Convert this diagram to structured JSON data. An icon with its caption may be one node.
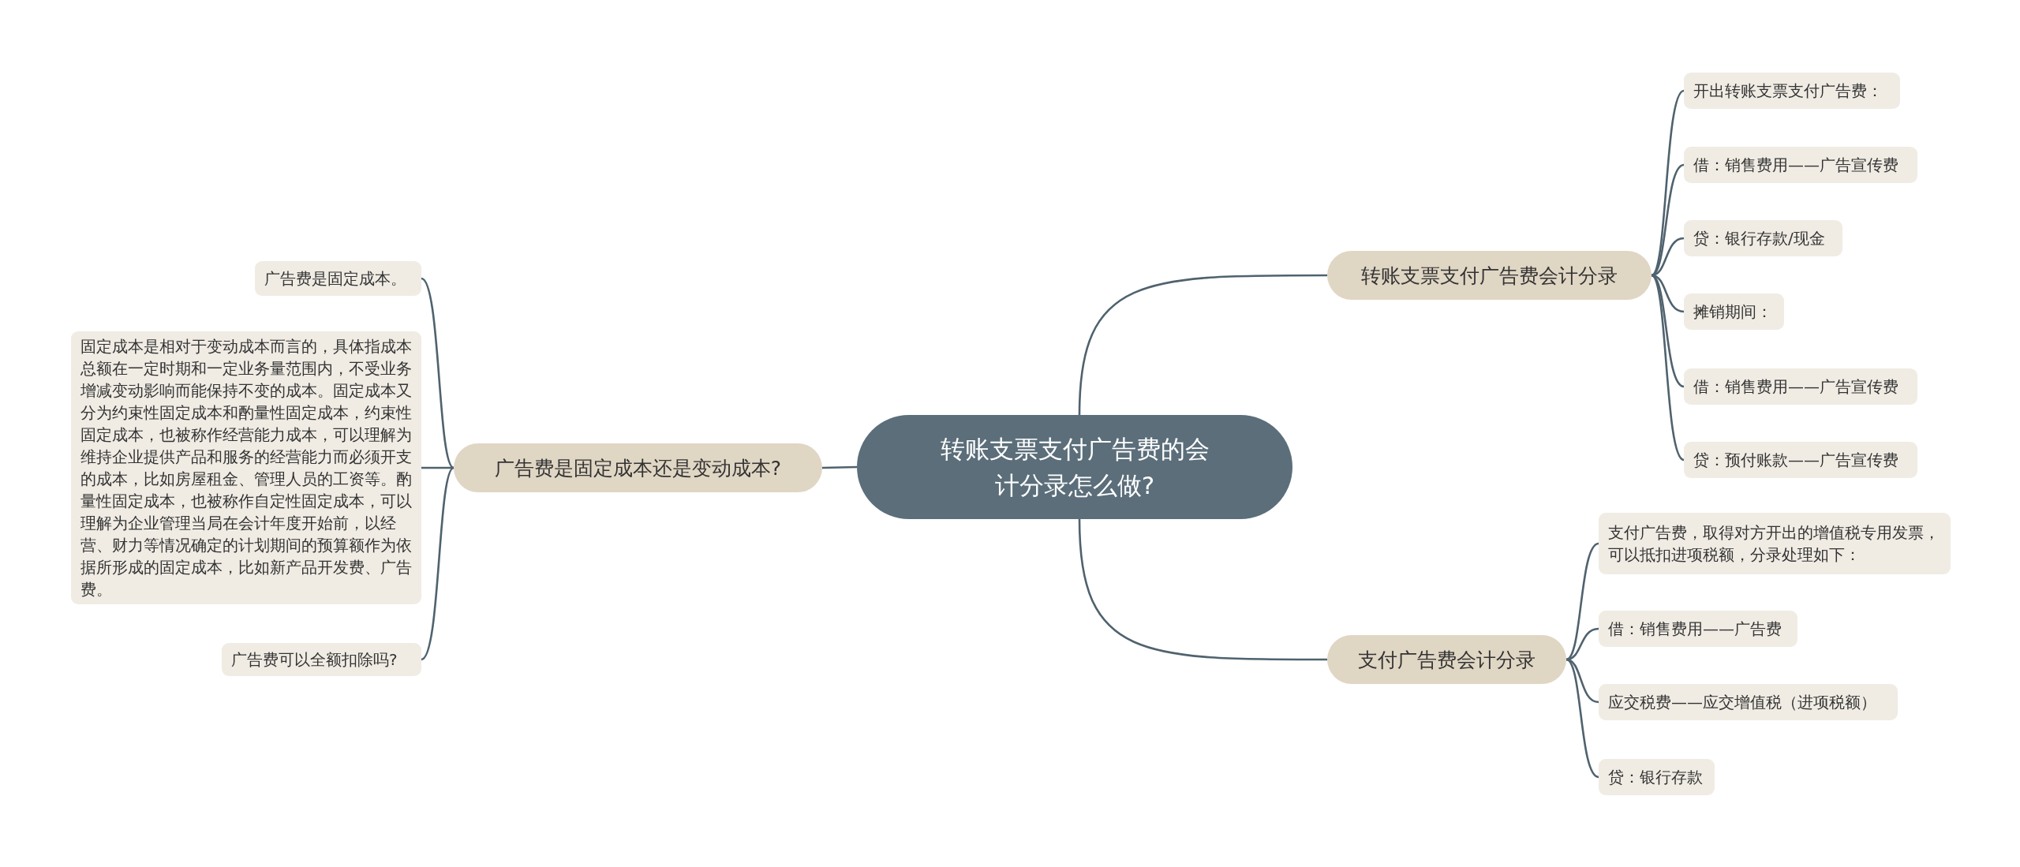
{
  "diagram": {
    "nodes": [
      {
        "text": [
          "转账支票支付广告费的会计分录怎么做?"
        ]
      },
      {
        "text": [
          "转账支票支付广告费会计分录"
        ]
      },
      {
        "text": [
          "开出转账支票支付广告费："
        ]
      },
      {
        "text": [
          "借：销售费用——广告宣传费"
        ]
      },
      {
        "text": [
          "贷：银行存款/现金"
        ]
      },
      {
        "text": [
          "摊销期间："
        ]
      },
      {
        "text": [
          "借：销售费用——广告宣传费"
        ]
      },
      {
        "text": [
          "贷：预付账款——广告宣传费"
        ]
      },
      {
        "text": [
          "支付广告费会计分录"
        ]
      },
      {
        "text": [
          "支付广告费，取得对方开出的增值税专用发票，可以抵扣进项税额，分录处理如下："
        ]
      },
      {
        "text": [
          "借：销售费用——广告费"
        ]
      },
      {
        "text": [
          "应交税费——应交增值税（进项税额）"
        ]
      },
      {
        "text": [
          "贷：银行存款"
        ]
      },
      {
        "text": [
          "广告费是固定成本还是变动成本?"
        ]
      },
      {
        "text": [
          "广告费是固定成本。"
        ]
      },
      {
        "text": [
          "固定成本是相对于变动成本而言的，具体指成本总额在一定时期和一定业务量范围内，不受业务增减变动影响而能保持不变的成本。固定成本又分为约束性固定成本和酌量性固定成本，约束性固定成本，也被称作经营能力成本，可以理解为维持企业提供产品和服务的经营能力而必须开支的成本，比如房屋租金、管理人员的工资等。酌量性固定成本，也被称作自定性固定成本，可以理解为企业管理当局在会计年度开始前，以经营、财力等情况确定的计划期间的预算额作为依据所形成的固定成本，比如新产品开发费、广告费。"
        ]
      },
      {
        "text": [
          "广告费可以全额扣除吗?"
        ]
      }
    ],
    "edges": [
      {
        "from": 0,
        "to": 1,
        "arrow": "none"
      },
      {
        "from": 1,
        "to": 2,
        "arrow": "none"
      },
      {
        "from": 1,
        "to": 3,
        "arrow": "none"
      },
      {
        "from": 1,
        "to": 4,
        "arrow": "none"
      },
      {
        "from": 1,
        "to": 5,
        "arrow": "none"
      },
      {
        "from": 1,
        "to": 6,
        "arrow": "none"
      },
      {
        "from": 1,
        "to": 7,
        "arrow": "none"
      },
      {
        "from": 0,
        "to": 8,
        "arrow": "none"
      },
      {
        "from": 8,
        "to": 9,
        "arrow": "none"
      },
      {
        "from": 8,
        "to": 10,
        "arrow": "none"
      },
      {
        "from": 8,
        "to": 11,
        "arrow": "none"
      },
      {
        "from": 8,
        "to": 12,
        "arrow": "none"
      },
      {
        "from": 0,
        "to": 13,
        "arrow": "none"
      },
      {
        "from": 13,
        "to": 14,
        "arrow": "none"
      },
      {
        "from": 13,
        "to": 15,
        "arrow": "none"
      },
      {
        "from": 13,
        "to": 16,
        "arrow": "none"
      }
    ]
  }
}
